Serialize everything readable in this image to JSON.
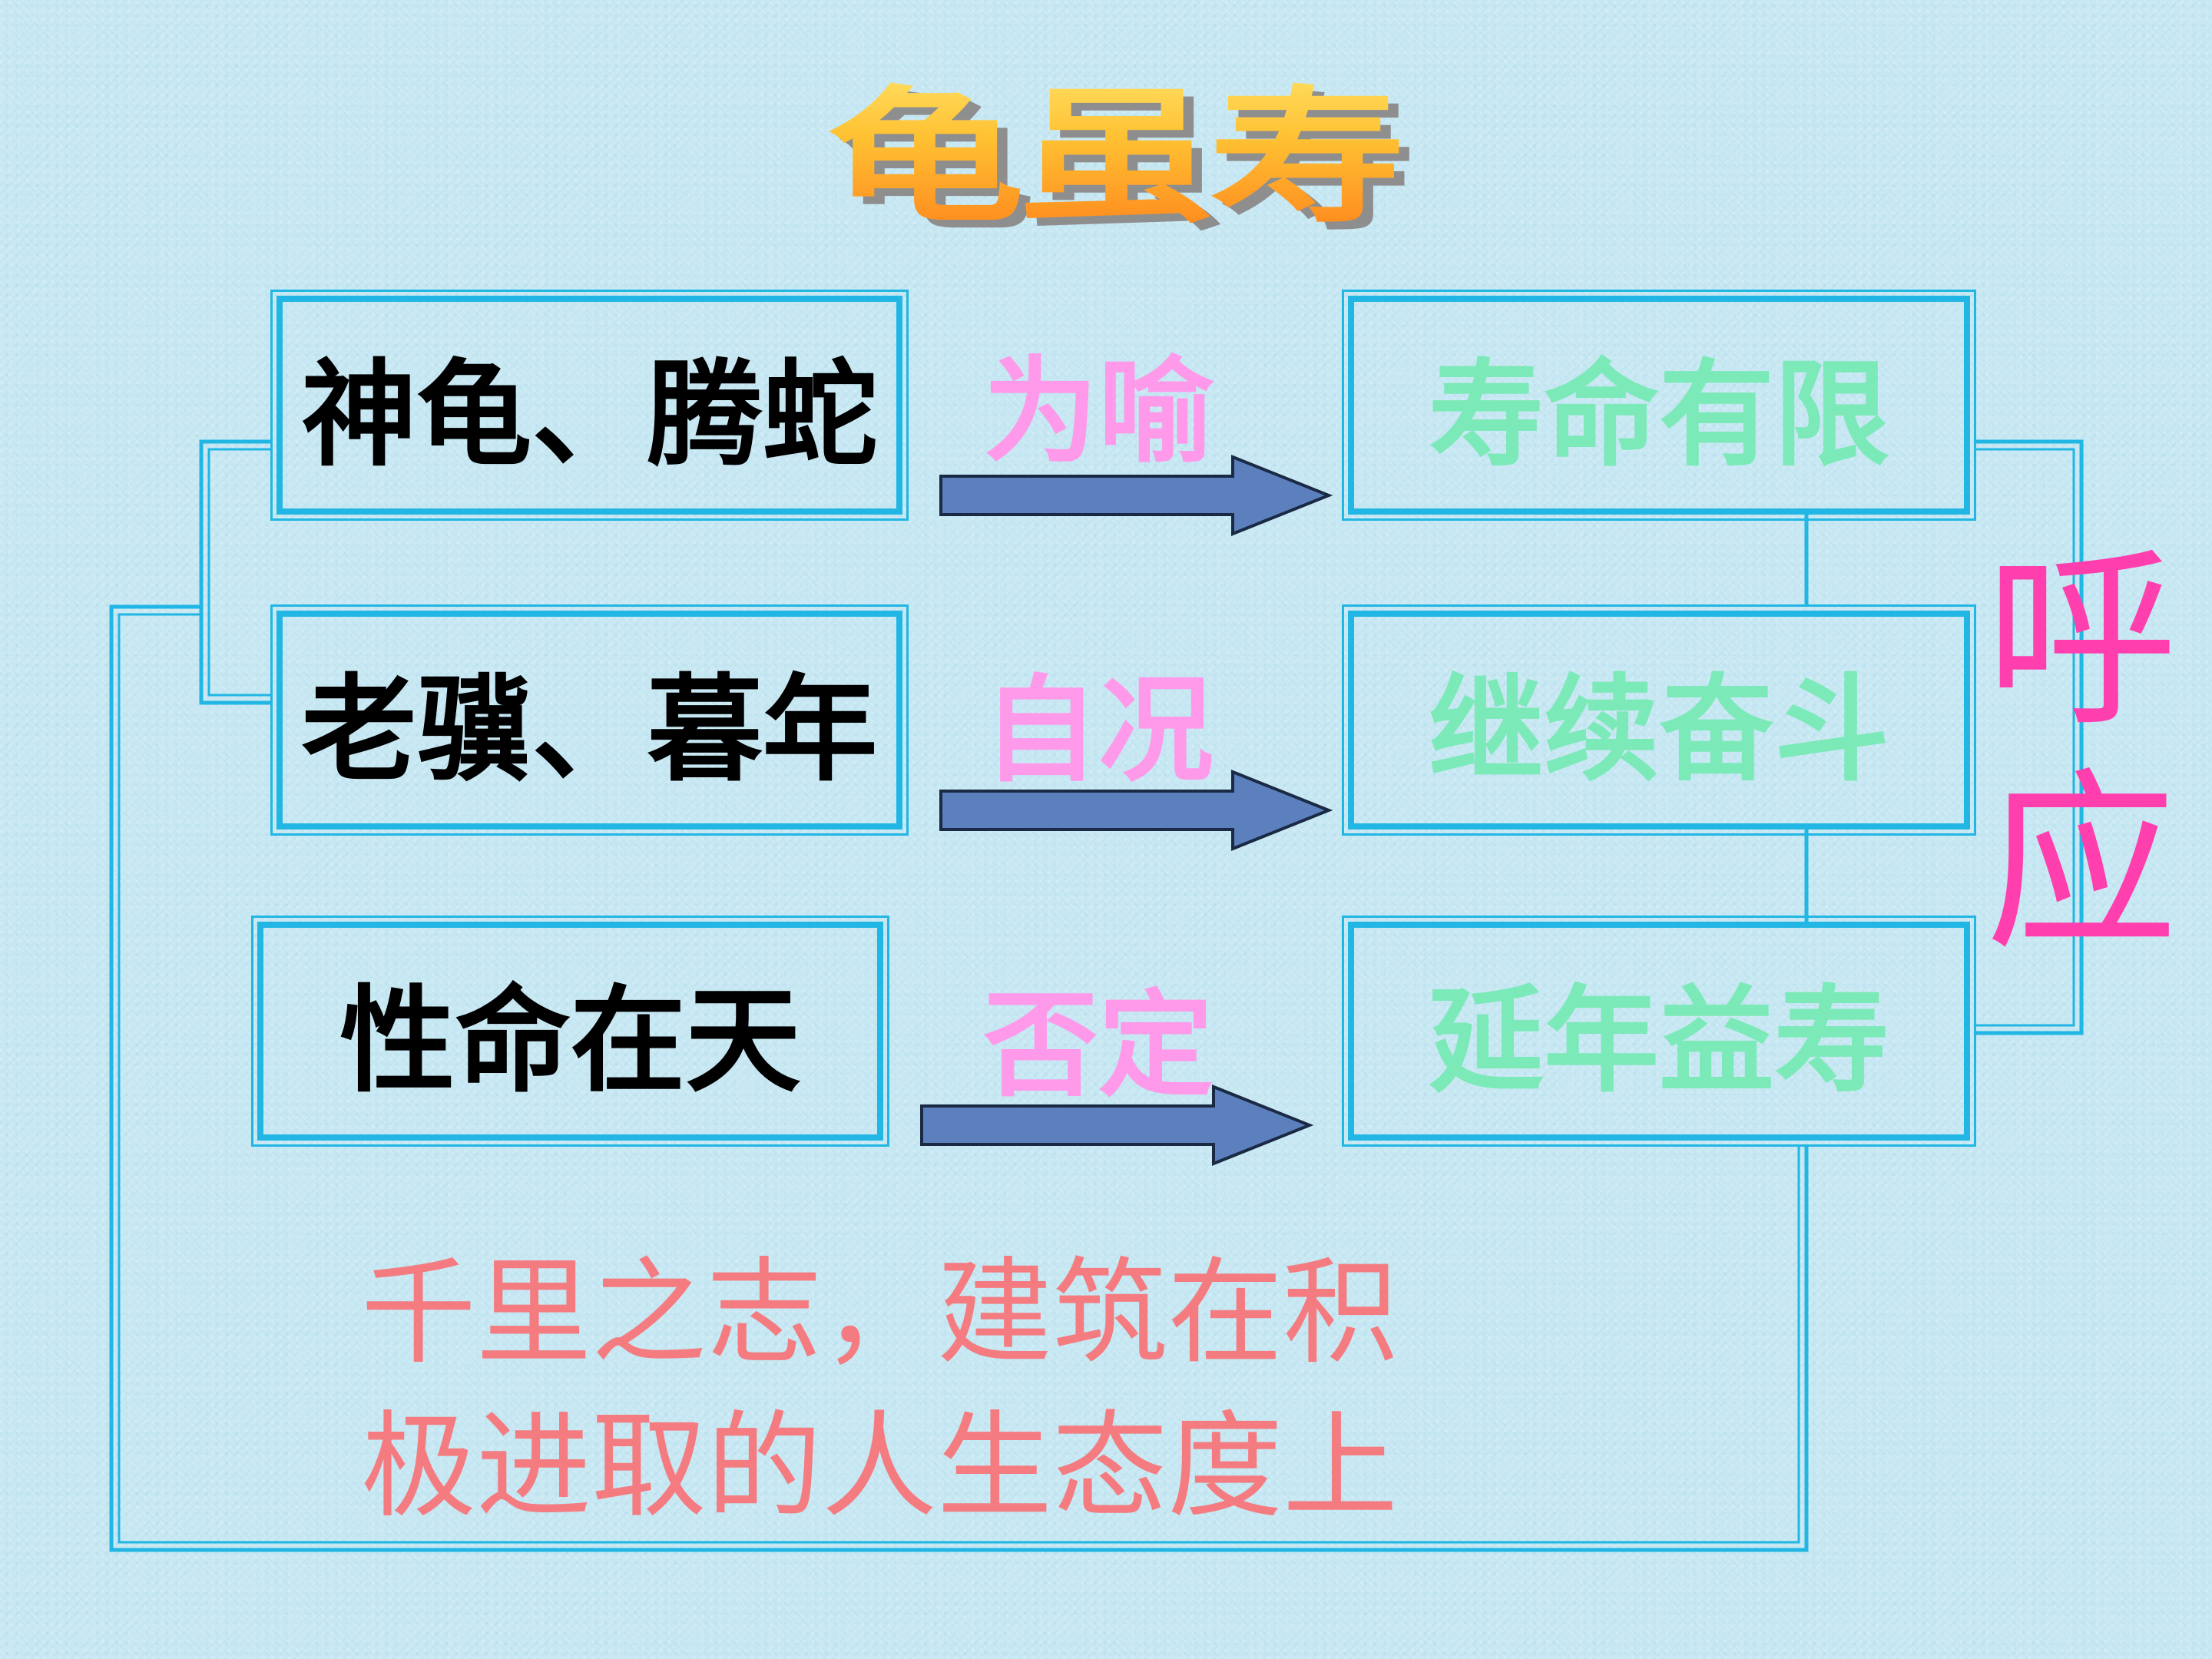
{
  "title": "龟虽寿",
  "left_items": [
    "神龟、腾蛇",
    "老骥、暮年",
    "性命在天"
  ],
  "middle_items": [
    "为喻",
    "自况",
    "否定"
  ],
  "right_items": [
    "寿命有限",
    "继续奋斗",
    "延年益寿"
  ],
  "echo": "呼应",
  "conclusion_lines": [
    "千里之志，建筑在积",
    "极进取的人生态度上"
  ],
  "colors": {
    "background": "#c7e8f3",
    "box_border": "#21b6e3",
    "arrow_fill": "#5b80bd",
    "left_text": "#000000",
    "middle_text": "#ff99e9",
    "right_text": "#7be9b8",
    "echo_text": "#ff3fae",
    "conclusion_text": "#f47c80"
  }
}
